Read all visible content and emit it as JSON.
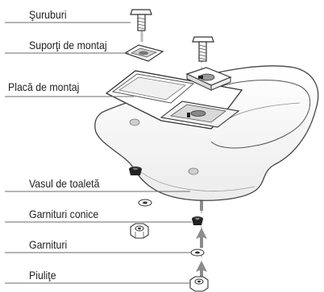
{
  "labels": {
    "screws": "Şuruburi",
    "mounting_brackets": "Suporţi de montaj",
    "mounting_plate": "Placă de montaj",
    "toilet_bowl": "Vasul de toaletă",
    "conical_gaskets": "Garnituri conice",
    "gaskets": "Garnituri",
    "nuts": "Piuliţe"
  },
  "colors": {
    "line": "#444444",
    "leader": "#666666",
    "bowl_fill": "#ffffff",
    "shadow": "#e6e6e6",
    "rod": "#bdbdbd",
    "dark_part": "#222222"
  }
}
